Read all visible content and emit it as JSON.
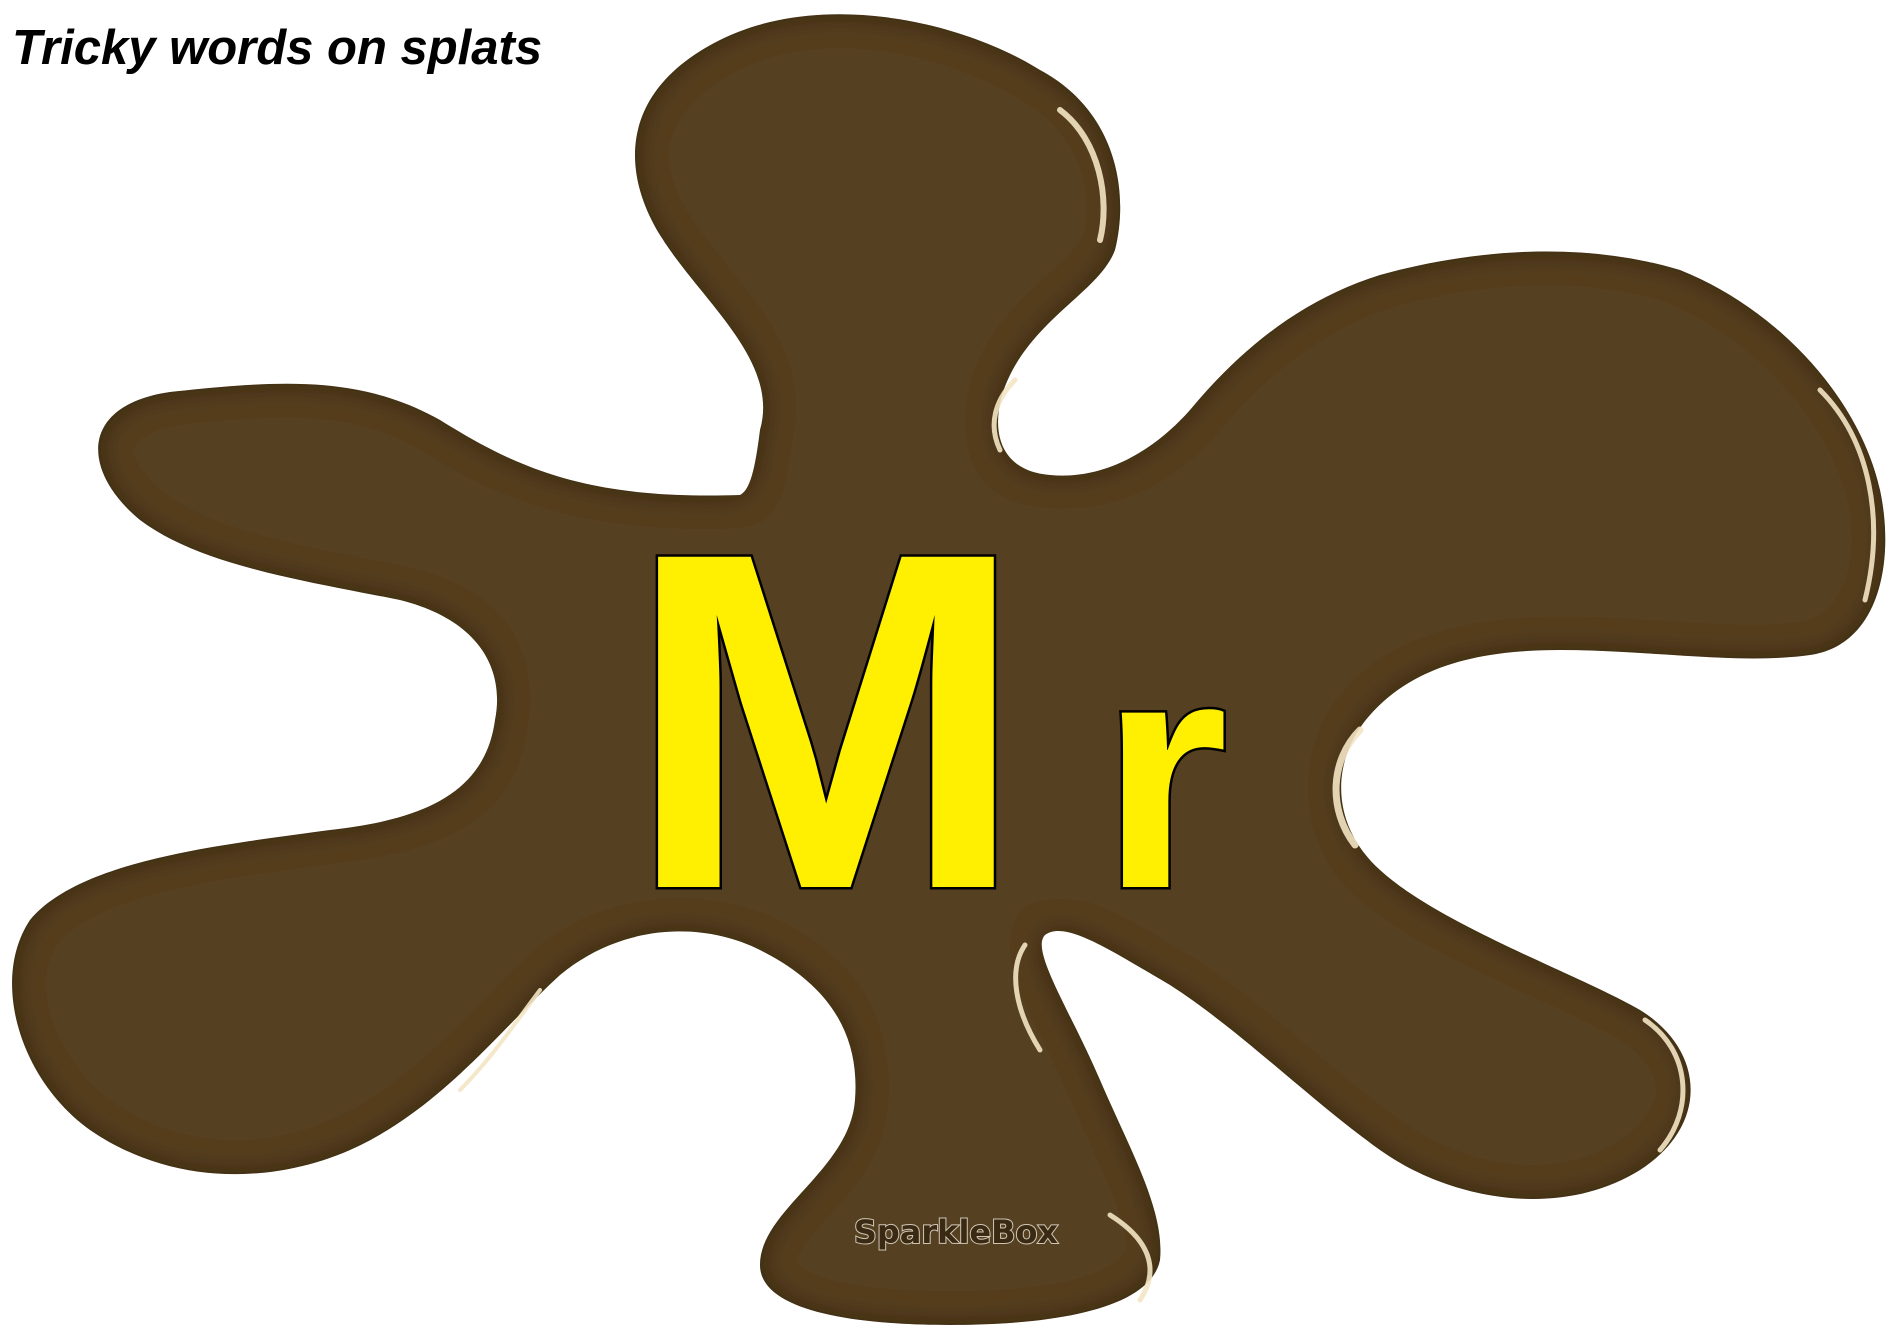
{
  "page": {
    "title": "Tricky words on splats"
  },
  "card": {
    "word_first": "M",
    "word_rest": "r",
    "watermark": "SparkleBox"
  },
  "colors": {
    "background": "#ffffff",
    "splat": "#573f20",
    "splat_highlight": "#f3e4c4",
    "letters_fill": "#ffef00",
    "letters_stroke": "#000000"
  }
}
